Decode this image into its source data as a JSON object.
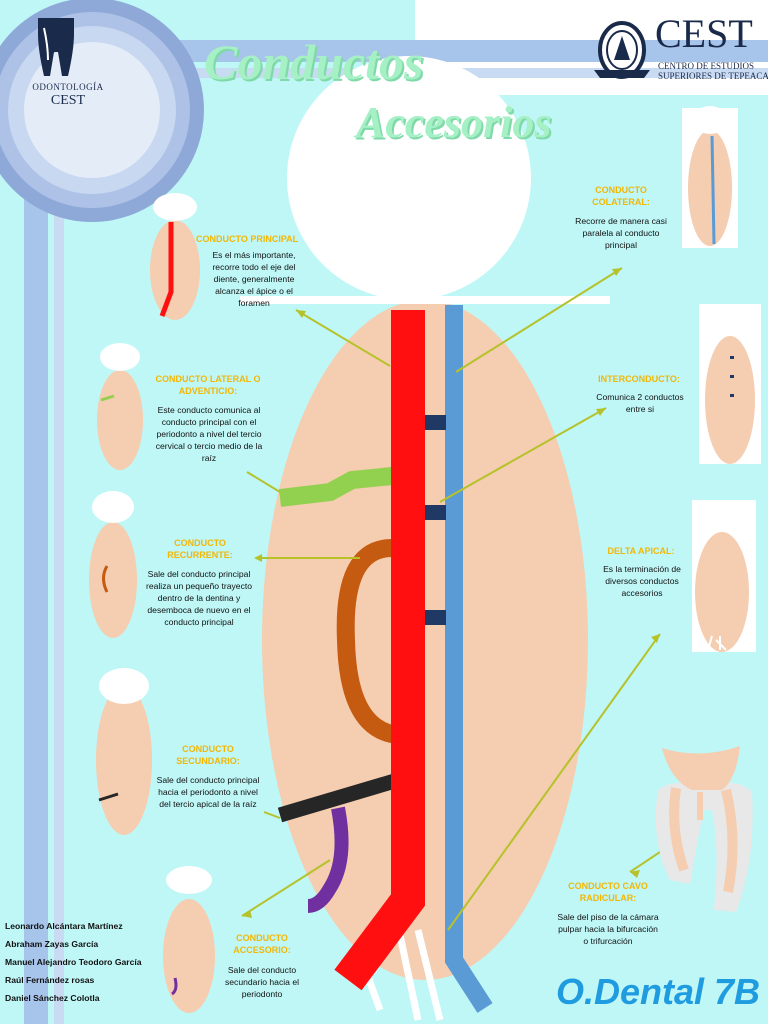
{
  "header": {
    "left_logo": {
      "line1": "ODONTOLOGÍA",
      "line2": "CEST"
    },
    "title_line1": "Conductos",
    "title_line2": "Accesorios",
    "right_logo": {
      "name": "CEST",
      "sub1": "CENTRO DE ESTUDIOS",
      "sub2": "SUPERIORES DE TEPEACA"
    }
  },
  "sections": {
    "principal": {
      "title": "CONDUCTO PRINCIPAL",
      "body": [
        "Es el más importante,",
        "recorre todo el eje del",
        "diente, generalmente",
        "alcanza el ápice o el",
        "foramen"
      ]
    },
    "lateral": {
      "title": [
        "CONDUCTO LATERAL O",
        "ADVENTICIO:"
      ],
      "body": [
        "Este conducto comunica al",
        "conducto principal con el",
        "periodonto a nivel del tercio",
        "cervical o tercio medio de la",
        "raíz"
      ]
    },
    "recurrente": {
      "title": [
        "CONDUCTO",
        "RECURRENTE:"
      ],
      "body": [
        "Sale del conducto principal",
        "realiza un pequeño trayecto",
        "dentro de la dentina y",
        "desemboca de nuevo en el",
        "conducto principal"
      ]
    },
    "secundario": {
      "title": [
        "CONDUCTO",
        "SECUNDARIO:"
      ],
      "body": [
        "Sale del conducto principal",
        "hacia el periodonto a nivel",
        "del tercio apical de la raíz"
      ]
    },
    "accesorio": {
      "title": [
        "CONDUCTO",
        "ACCESORIO:"
      ],
      "body": [
        "Sale del conducto",
        "secundario hacia el",
        "periodonto"
      ]
    },
    "colateral": {
      "title": [
        "CONDUCTO",
        "COLATERAL:"
      ],
      "body": [
        "Recorre de manera casi",
        "paralela al conducto",
        "principal"
      ]
    },
    "interconducto": {
      "title": [
        "INTERCONDUCTO:"
      ],
      "body": [
        "Comunica 2 conductos",
        "entre si"
      ]
    },
    "delta": {
      "title": [
        "DELTA APICAL:"
      ],
      "body": [
        "Es la terminación de",
        "diversos conductos",
        "accesorios"
      ]
    },
    "cavo": {
      "title": [
        "CONDUCTO CAVO",
        "RADICULAR:"
      ],
      "body": [
        "Sale del piso de la cámara",
        "pulpar hacia la bifurcación",
        "o trifurcación"
      ]
    }
  },
  "authors": [
    "Leonardo Alcántara Martínez",
    "Abraham Zayas García",
    "Manuel Alejandro Teodoro García",
    "Raúl Fernández rosas",
    "Daniel Sánchez Colotla"
  ],
  "footer_brand": "O.Dental 7B",
  "icons": [
    "tooth-logo-icon",
    "cest-seal-icon"
  ],
  "colors": {
    "background": "#bff7f7",
    "bars": "#a7c4ea",
    "root": "#f5cdb0",
    "crown": "#ffffff",
    "principal": "#ff0f0f",
    "colateral": "#5b9bd5",
    "lateral": "#92d050",
    "recurrente": "#c55a11",
    "secundario": "#262626",
    "accesorio": "#7030a0",
    "interconducto": "#1f3864",
    "heading": "#f2b705",
    "leader": "#b5c22a",
    "brand": "#1f9be0",
    "title": "#a6f0c6"
  }
}
